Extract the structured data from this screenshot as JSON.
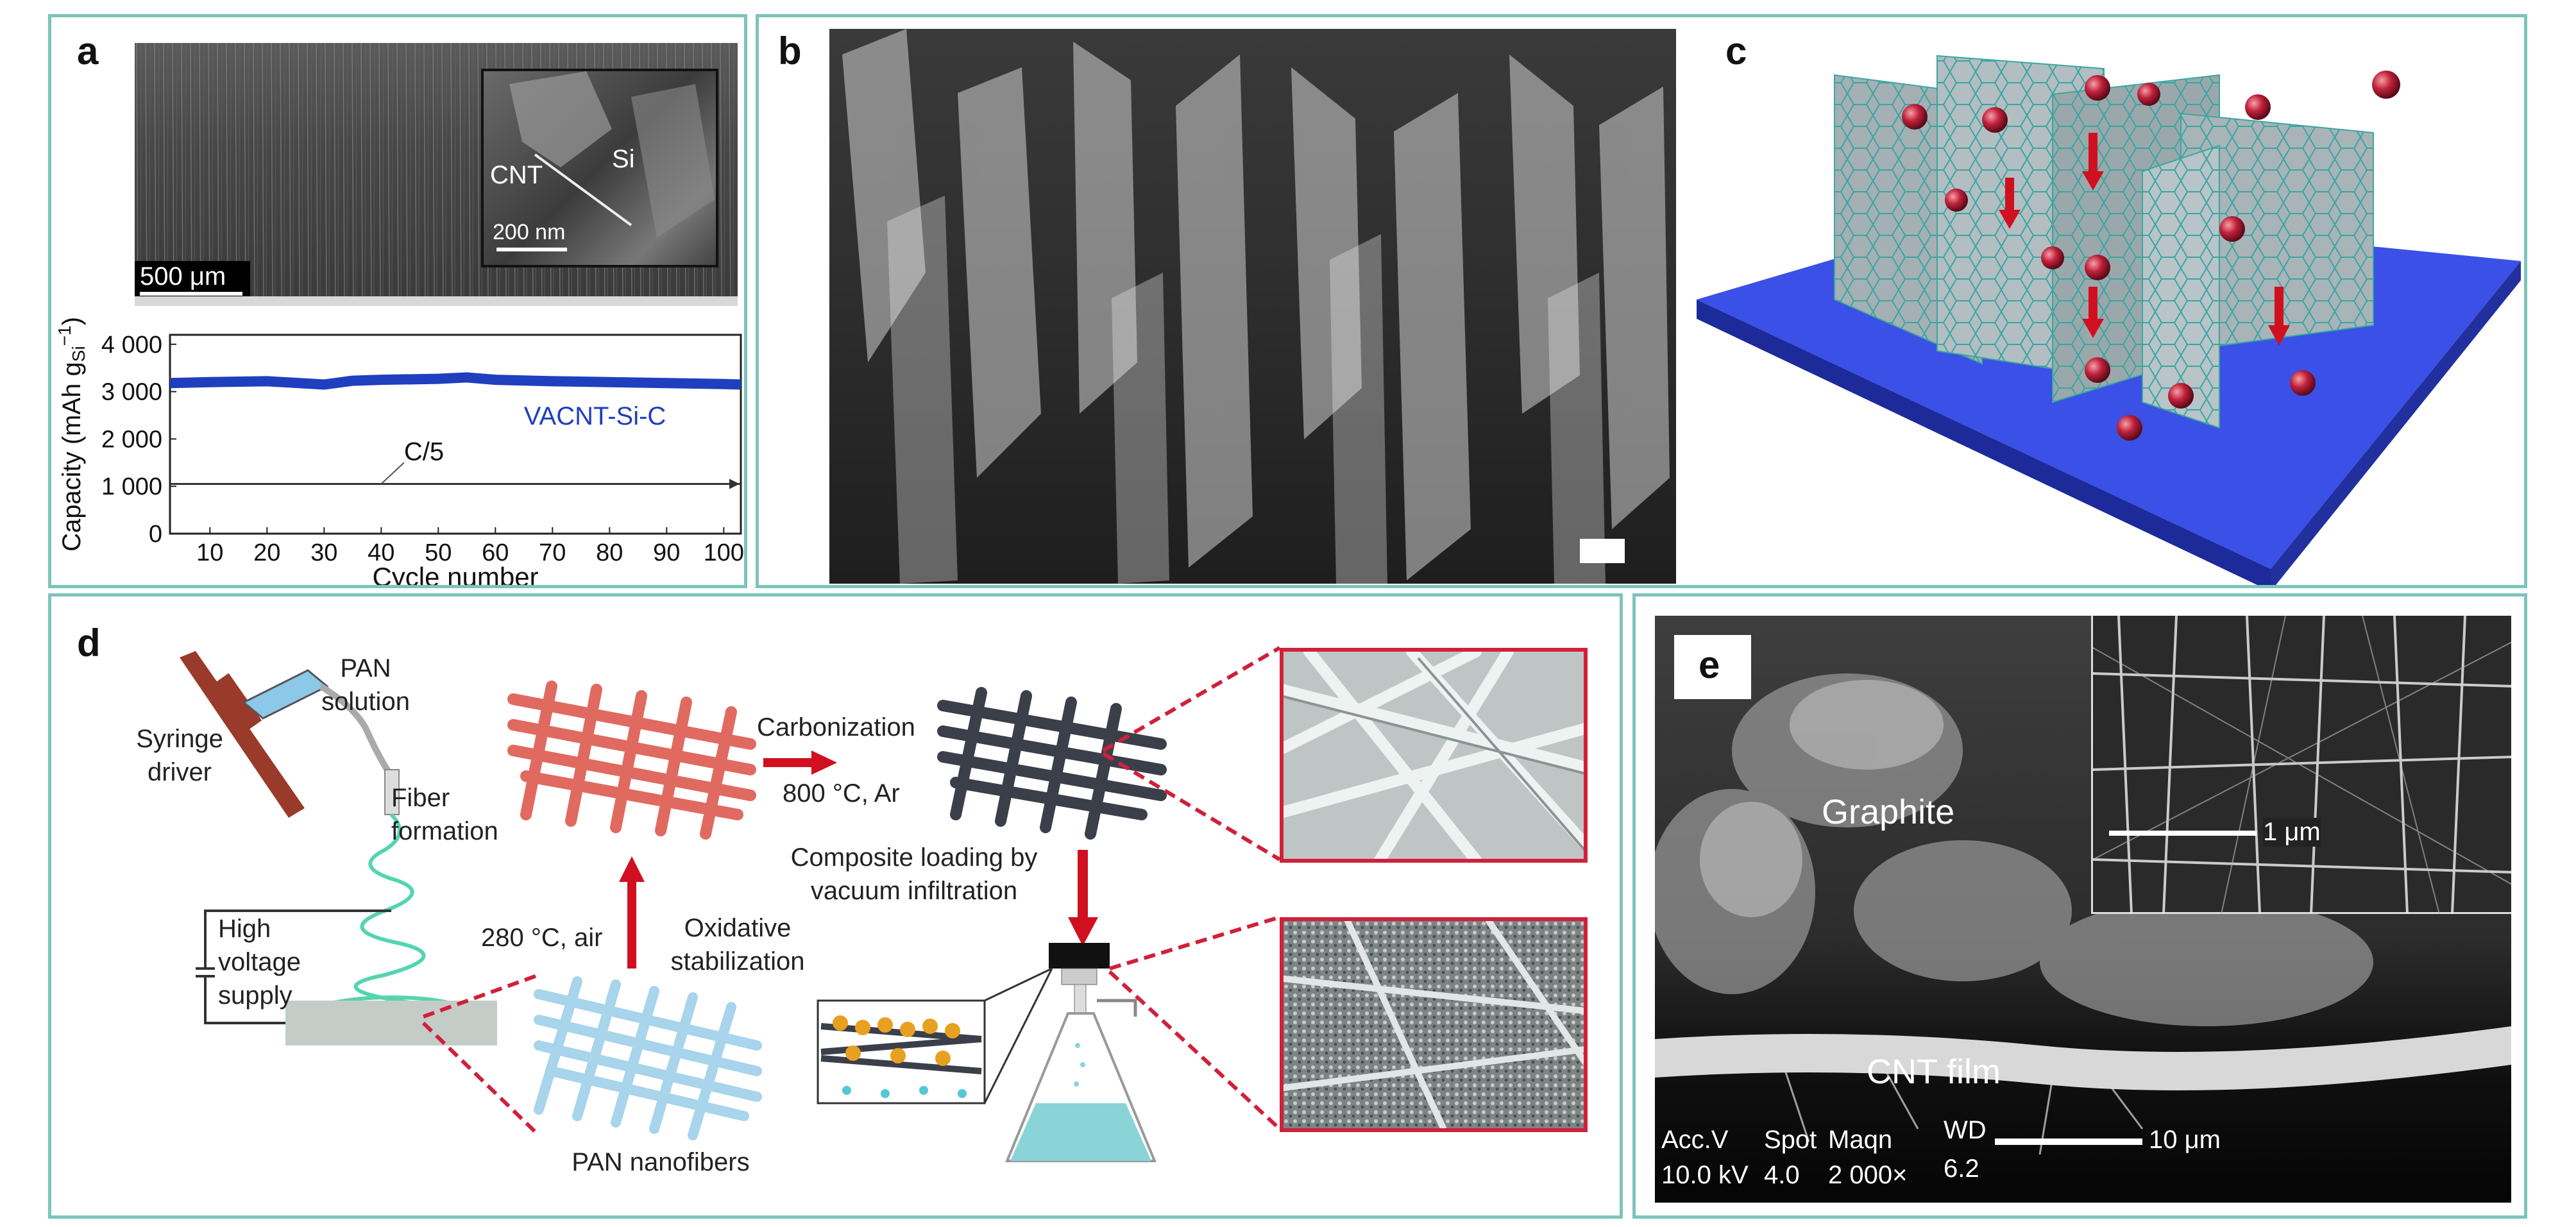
{
  "panels": {
    "a": {
      "label": "a",
      "sem_scale": "500 μm",
      "inset_scale": "200 nm",
      "inset_cnt": "CNT",
      "inset_si": "Si",
      "chart_data": {
        "type": "line",
        "xlabel": "Cycle number",
        "ylabel": "Capacity (mAh g",
        "ylabel_sub": "Si",
        "ylabel_sup": "−1",
        "ylabel_close": ")",
        "xlim": [
          3,
          103
        ],
        "ylim": [
          0,
          4200
        ],
        "x_ticks": [
          10,
          20,
          30,
          40,
          50,
          60,
          70,
          80,
          90,
          100
        ],
        "x_tick_labels": [
          "10",
          "20",
          "30",
          "40",
          "50",
          "60",
          "70",
          "80",
          "90",
          "100"
        ],
        "y_ticks": [
          0,
          1000,
          2000,
          3000,
          4000
        ],
        "y_tick_labels": [
          "0",
          "1 000",
          "2 000",
          "3 000",
          "4 000"
        ],
        "series": [
          {
            "name": "VACNT-Si-C",
            "color": "#1f3fbf",
            "x": [
              3,
              10,
              20,
              30,
              35,
              40,
              50,
              55,
              60,
              70,
              80,
              90,
              100,
              103
            ],
            "y": [
              3180,
              3200,
              3220,
              3150,
              3230,
              3250,
              3270,
              3300,
              3250,
              3220,
              3200,
              3180,
              3160,
              3150
            ]
          },
          {
            "name": "C/5",
            "color": "#333333",
            "x": [
              3,
              103
            ],
            "y": [
              1050,
              1050
            ]
          }
        ]
      }
    },
    "b": {
      "label": "b"
    },
    "c": {
      "label": "c"
    },
    "d": {
      "label": "d",
      "pan_solution_1": "PAN",
      "pan_solution_2": "solution",
      "syringe_1": "Syringe",
      "syringe_2": "driver",
      "fiber_1": "Fiber",
      "fiber_2": "formation",
      "hv_1": "High",
      "hv_2": "voltage",
      "hv_3": "supply",
      "temp_air": "280 °C, air",
      "oxid_1": "Oxidative",
      "oxid_2": "stabilization",
      "carbonization": "Carbonization",
      "carb_cond": "800 °C, Ar",
      "composite_1": "Composite loading by",
      "composite_2": "vacuum infiltration",
      "pan_nanofibers": "PAN nanofibers"
    },
    "e": {
      "label": "e",
      "graphite": "Graphite",
      "cnt_film": "CNT film",
      "inset_scale": "1 μm",
      "accv": "Acc.V",
      "accv_val": "10.0 kV",
      "spot": "Spot",
      "spot_val": "4.0",
      "magn": "Maqn",
      "magn_val": "2 000×",
      "wd": "WD",
      "wd_val": "6.2",
      "scale": "10 μm"
    }
  }
}
